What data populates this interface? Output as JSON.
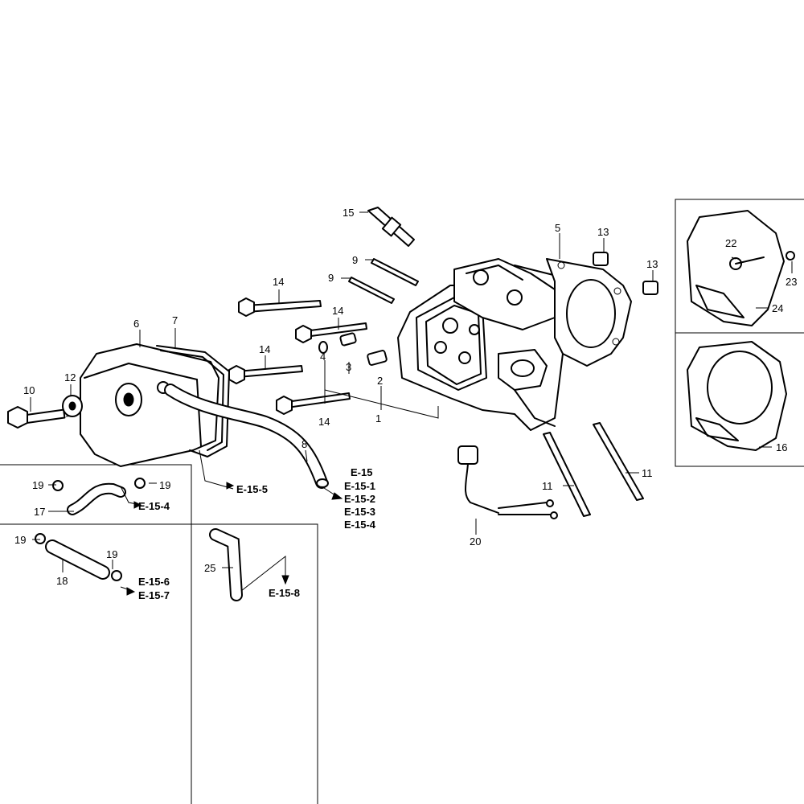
{
  "callouts": {
    "c1": "1",
    "c2": "2",
    "c3": "3",
    "c4": "4",
    "c5": "5",
    "c6": "6",
    "c7": "7",
    "c8": "8",
    "c9a": "9",
    "c9b": "9",
    "c10": "10",
    "c11a": "11",
    "c11b": "11",
    "c12": "12",
    "c13a": "13",
    "c13b": "13",
    "c14a": "14",
    "c14b": "14",
    "c14c": "14",
    "c14d": "14",
    "c15": "15",
    "c16": "16",
    "c17": "17",
    "c18": "18",
    "c19a": "19",
    "c19b": "19",
    "c19c": "19",
    "c19d": "19",
    "c20": "20",
    "c22": "22",
    "c23": "23",
    "c24": "24",
    "c25": "25"
  },
  "refs": {
    "r_e15_5": "E-15-5",
    "r_e15": "E-15",
    "r_e15_1": "E-15-1",
    "r_e15_2": "E-15-2",
    "r_e15_3": "E-15-3",
    "r_e15_4a": "E-15-4",
    "r_e15_4b": "E-15-4",
    "r_e15_6": "E-15-6",
    "r_e15_7": "E-15-7",
    "r_e15_8": "E-15-8"
  }
}
